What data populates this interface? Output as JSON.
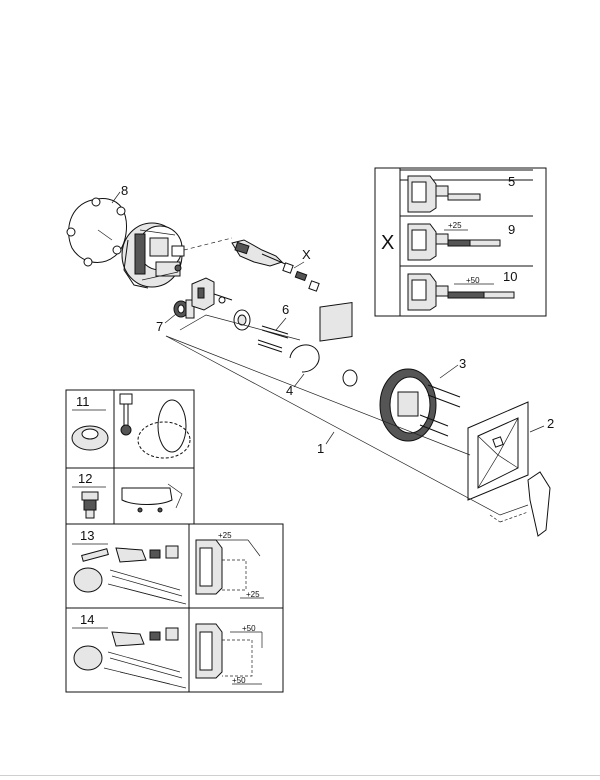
{
  "callouts": {
    "c1": "1",
    "c2": "2",
    "c3": "3",
    "c4": "4",
    "c6": "6",
    "c7": "7",
    "c8": "8",
    "cx": "X"
  },
  "inset_x": {
    "label": "X",
    "rows": [
      {
        "number": "5",
        "dim": ""
      },
      {
        "number": "9",
        "dim": "+25"
      },
      {
        "number": "10",
        "dim": "+50"
      }
    ]
  },
  "panels": {
    "p11": "11",
    "p12": "12",
    "p13": "13",
    "p14": "14",
    "dim13_top": "+25",
    "dim13_bottom": "+25",
    "dim14_top": "+50",
    "dim14_bottom": "+50"
  }
}
